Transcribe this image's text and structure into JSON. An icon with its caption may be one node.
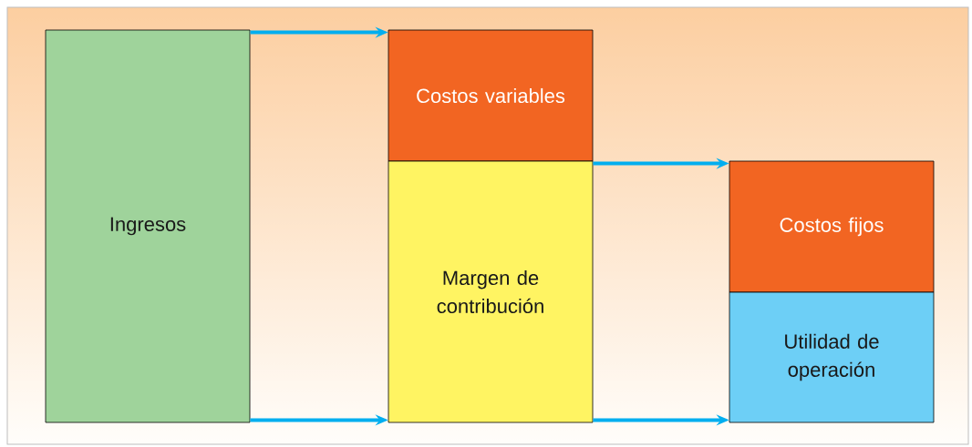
{
  "diagram": {
    "nodes": [
      {
        "text": [
          "Ingresos"
        ]
      },
      {
        "text": [
          "Costos variables"
        ]
      },
      {
        "text": [
          "Margen de contribución"
        ]
      },
      {
        "text": [
          "Costos fijos"
        ]
      },
      {
        "text": [
          "Utilidad de operación"
        ]
      }
    ],
    "edges": [
      {
        "from": 0,
        "to": 1,
        "arrow": "to"
      },
      {
        "from": 0,
        "to": 2,
        "arrow": "to"
      },
      {
        "from": 2,
        "to": 3,
        "arrow": "to"
      },
      {
        "from": 2,
        "to": 4,
        "arrow": "to"
      }
    ]
  }
}
